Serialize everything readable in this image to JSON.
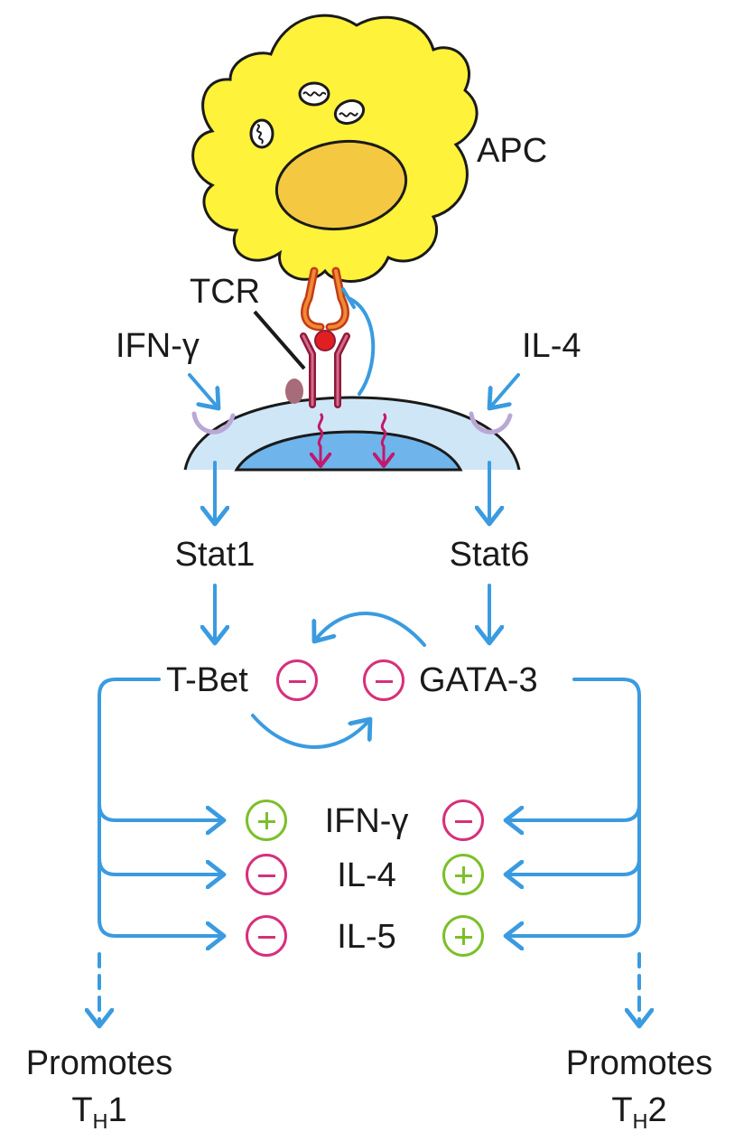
{
  "labels": {
    "apc": "APC",
    "tcr": "TCR",
    "ifng_left": "IFN-γ",
    "il4_right": "IL-4",
    "stat1": "Stat1",
    "stat6": "Stat6",
    "tbet": "T-Bet",
    "gata3": "GATA-3",
    "cytokines": [
      "IFN-γ",
      "IL-4",
      "IL-5"
    ],
    "promotes_left": "Promotes",
    "th_left_base": "T",
    "th_left_sub": "H",
    "th_left_num": "1",
    "promotes_right": "Promotes",
    "th_right_base": "T",
    "th_right_sub": "H",
    "th_right_num": "2"
  },
  "effects": {
    "tbet_on_cytokines": [
      "+",
      "-",
      "-"
    ],
    "gata3_on_cytokines": [
      "-",
      "+",
      "+"
    ],
    "mutual_inhibition": [
      "-",
      "-"
    ]
  },
  "colors": {
    "arrow": "#3a9be0",
    "apc_fill": "#fff23a",
    "nucleus_fill": "#f5c842",
    "tcell_fill": "#cfe6f7",
    "tcell_nucleus": "#6fb4ea",
    "positive": "#7cbf2a",
    "negative": "#d6307a",
    "signal_squiggle": "#c2186b",
    "tcr_receptor": "#8e1a3a"
  }
}
